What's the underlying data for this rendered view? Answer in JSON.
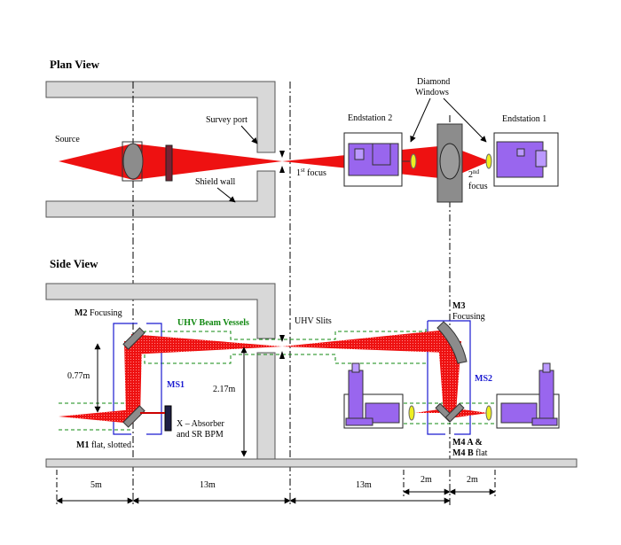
{
  "plan": {
    "title": "Plan View",
    "source": "Source",
    "survey_port": "Survey port",
    "shield_wall": "Shield wall",
    "first_focus_sup": "st",
    "first_focus_num": "1",
    "first_focus_text": " focus",
    "diamond_windows_1": "Diamond",
    "diamond_windows_2": "Windows",
    "endstation2": "Endstation  2",
    "endstation1": "Endstation  1",
    "second_focus_num": "2",
    "second_focus_sup": "nd",
    "second_focus_text": "focus"
  },
  "side": {
    "title": "Side View",
    "m2": "M2",
    "m2_text": " Focusing",
    "uhv_vessels": "UHV Beam Vessels",
    "uhv_slits": "UHV Slits",
    "m3": "M3",
    "m3_text": "Focusing",
    "dist_077": "0.77m",
    "ms1": "MS1",
    "dist_217": "2.17m",
    "ms2": "MS2",
    "absorber_1": "X – Absorber",
    "absorber_2": "and SR BPM",
    "m1": "M1",
    "m1_text": " flat, slotted",
    "m4_1": "M4 A &",
    "m4_2a": "M4 B",
    "m4_2b": " flat"
  },
  "dims": {
    "d1": "5m",
    "d2": "13m",
    "d3": "13m",
    "d4": "2m",
    "d5": "2m"
  },
  "colors": {
    "beam": "#ee1111",
    "purple": "#9966ee",
    "wall": "#d8d8d8",
    "mirror": "#8c8c8c",
    "green": "#118811",
    "blue": "#1a1ad0"
  }
}
